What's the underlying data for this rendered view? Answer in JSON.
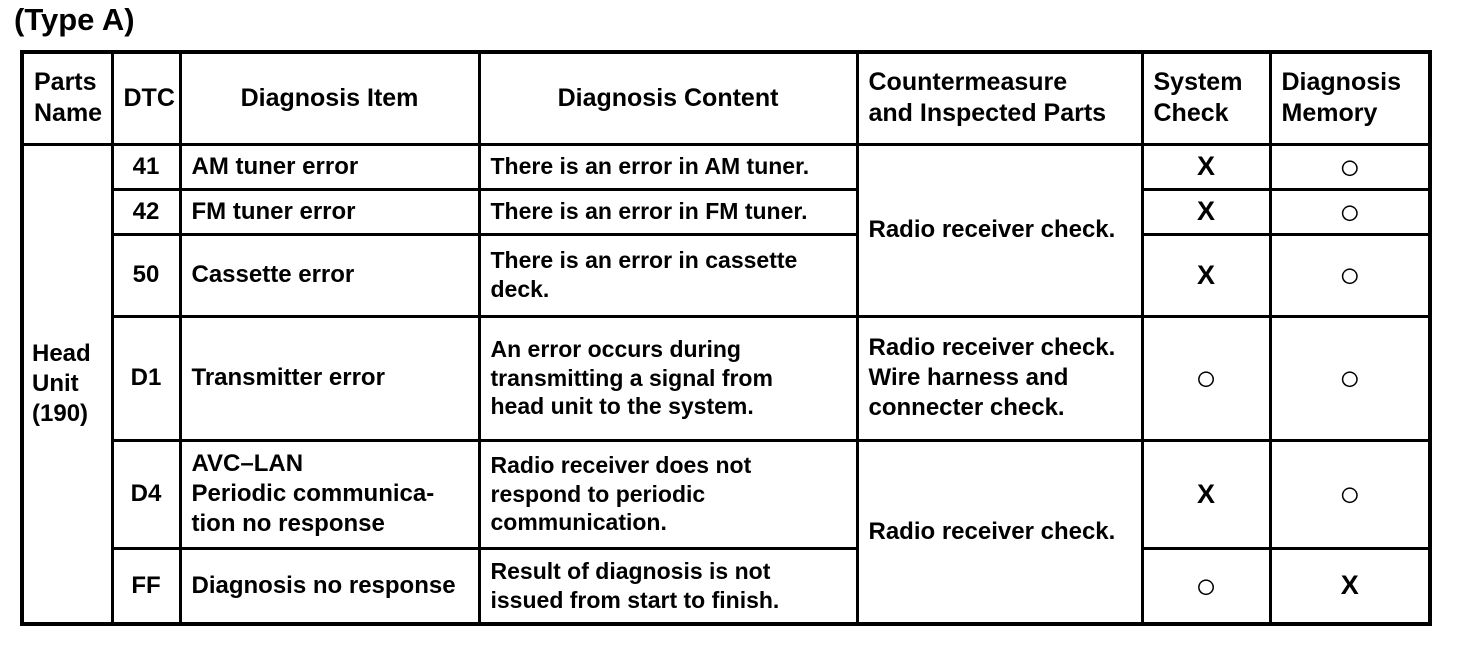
{
  "page_title": "(Type A)",
  "table": {
    "headers": [
      "Parts\nName",
      "DTC",
      "Diagnosis Item",
      "Diagnosis Content",
      "Countermeasure\nand Inspected Parts",
      "System\nCheck",
      "Diagnosis\nMemory"
    ],
    "parts_name": "Head Unit (190)",
    "countermeasure_41_50": "Radio receiver check.",
    "countermeasure_d4_ff": "Radio receiver check.",
    "rows": [
      {
        "dtc": "41",
        "item": "AM tuner error",
        "content": "There is an error in AM tuner.",
        "system_check": "X",
        "diagnosis_memory": "○"
      },
      {
        "dtc": "42",
        "item": "FM tuner error",
        "content": "There is an error in FM tuner.",
        "system_check": "X",
        "diagnosis_memory": "○"
      },
      {
        "dtc": "50",
        "item": "Cassette error",
        "content": "There is an error in cassette\ndeck.",
        "system_check": "X",
        "diagnosis_memory": "○"
      },
      {
        "dtc": "D1",
        "item": "Transmitter error",
        "content": "An error occurs during\ntransmitting a signal from\nhead unit to the system.",
        "countermeasure": "Radio receiver check.\nWire harness and\nconnecter check.",
        "system_check": "○",
        "diagnosis_memory": "○"
      },
      {
        "dtc": "D4",
        "item": "AVC–LAN\nPeriodic communica-\ntion no response",
        "content": "Radio receiver does not\nrespond to periodic\ncommunication.",
        "system_check": "X",
        "diagnosis_memory": "○"
      },
      {
        "dtc": "FF",
        "item": "Diagnosis no response",
        "content": "Result of diagnosis is not\nissued from start to finish.",
        "system_check": "○",
        "diagnosis_memory": "X"
      }
    ]
  }
}
